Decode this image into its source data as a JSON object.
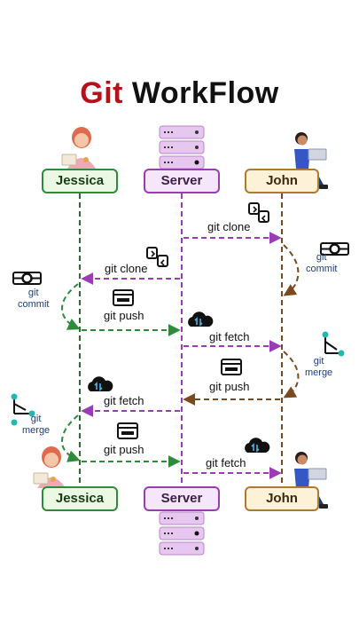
{
  "title": {
    "part1": "Git",
    "part2": "WorkFlow"
  },
  "actors": {
    "jessica": "Jessica",
    "server": "Server",
    "john": "John"
  },
  "steps": [
    {
      "from": "server",
      "to": "john",
      "label": "git clone",
      "icon": "swap-arrows-icon"
    },
    {
      "from": "server",
      "to": "jessica",
      "label": "git clone",
      "icon": "swap-arrows-icon"
    },
    {
      "from": "jessica",
      "to": "server",
      "label": "git push",
      "icon": "terminal-upload-icon"
    },
    {
      "from": "server",
      "to": "john",
      "label": "git fetch",
      "icon": "cloud-sync-icon"
    },
    {
      "from": "john",
      "to": "server",
      "label": "git push",
      "icon": "terminal-upload-icon"
    },
    {
      "from": "server",
      "to": "jessica",
      "label": "git fetch",
      "icon": "cloud-sync-icon"
    },
    {
      "from": "jessica",
      "to": "server",
      "label": "git push",
      "icon": "terminal-upload-icon"
    },
    {
      "from": "server",
      "to": "john",
      "label": "git fetch",
      "icon": "cloud-sync-icon"
    }
  ],
  "side_actions": {
    "john_commit": "git\ncommit",
    "jessica_commit": "git\ncommit",
    "john_merge": "git\nmerge",
    "jessica_merge": "git\nmerge"
  },
  "colors": {
    "jessica": "#2e8b3a",
    "server": "#9a3db5",
    "john": "#7a4a1e",
    "title_accent": "#b3121b",
    "side_label": "#1d3d78"
  }
}
